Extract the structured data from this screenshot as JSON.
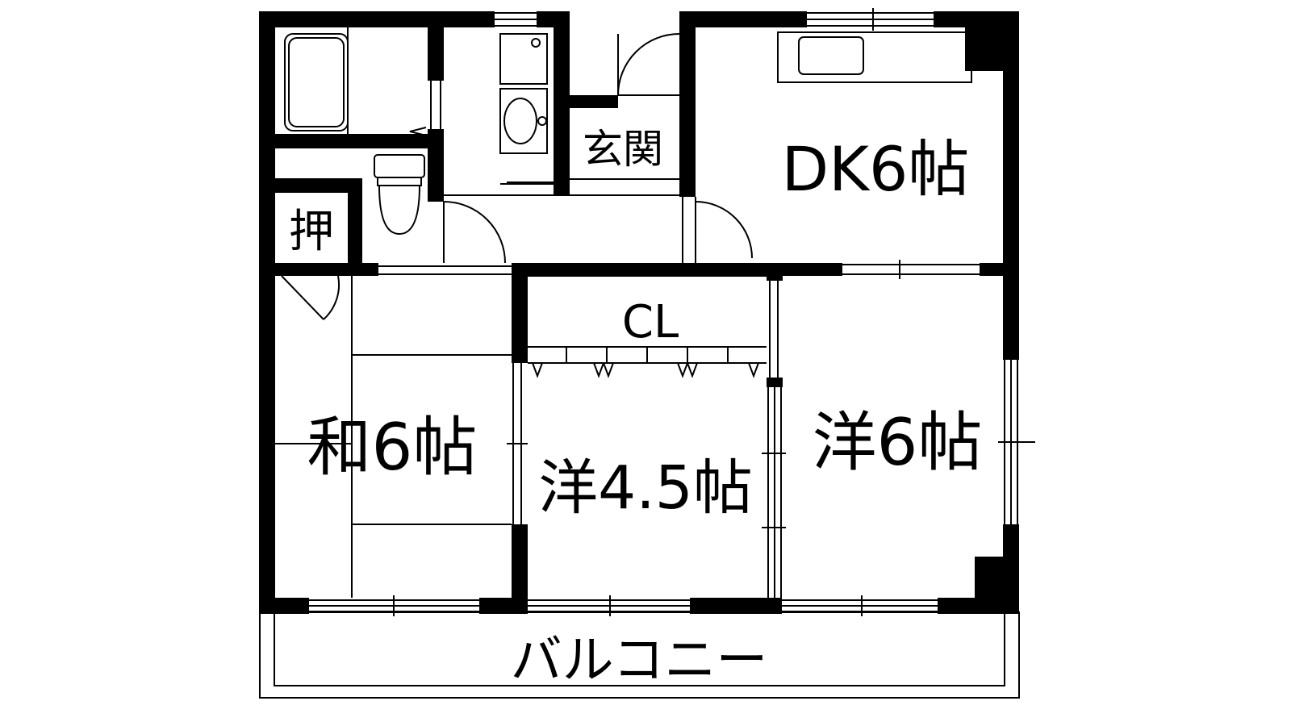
{
  "rooms": {
    "dk": "DK6帖",
    "entrance": "玄関",
    "oshiire": "押",
    "washitsu": "和6帖",
    "closet": "CL",
    "yoshitsu_small": "洋4.5帖",
    "yoshitsu_large": "洋6帖",
    "balcony": "バルコニー"
  }
}
